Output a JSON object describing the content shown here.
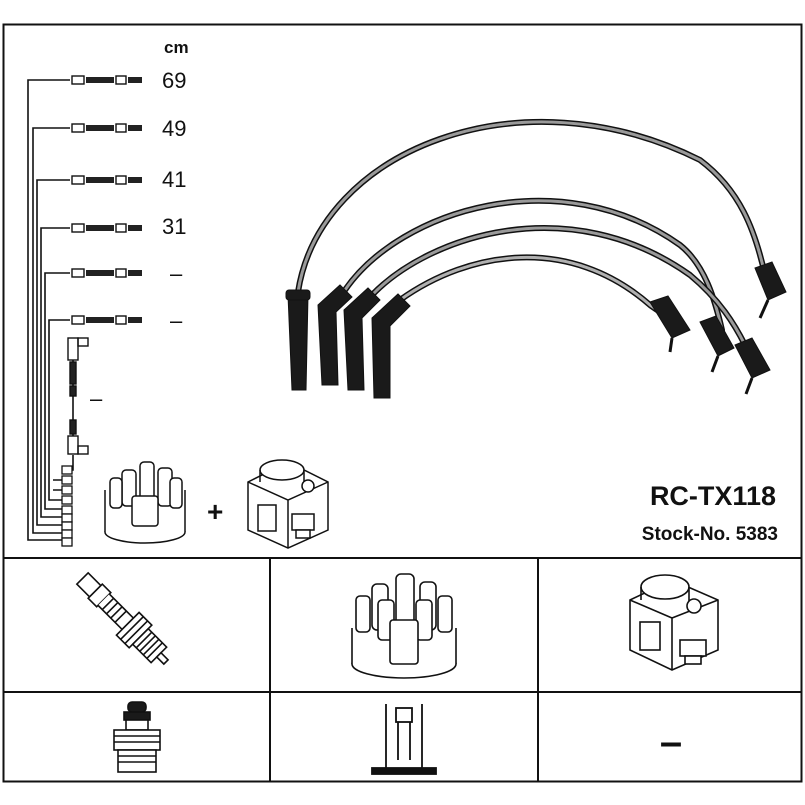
{
  "unit": "cm",
  "lead_lengths": [
    "69",
    "49",
    "41",
    "31",
    "–",
    "–"
  ],
  "coil_lead_length": "–",
  "plus_sign": "+",
  "product_code": "RC-TX118",
  "stock_number": "Stock-No. 5383",
  "fitment_table": {
    "row1": [
      "spark-plug-icon",
      "distributor-cap-icon",
      "ignition-coil-icon"
    ],
    "row2": [
      "plug-terminal-icon",
      "cap-terminal-icon",
      "–"
    ]
  },
  "colors": {
    "line": "#111111",
    "cable_grey": "#8a8a8a",
    "boot": "#1a1a1a"
  }
}
